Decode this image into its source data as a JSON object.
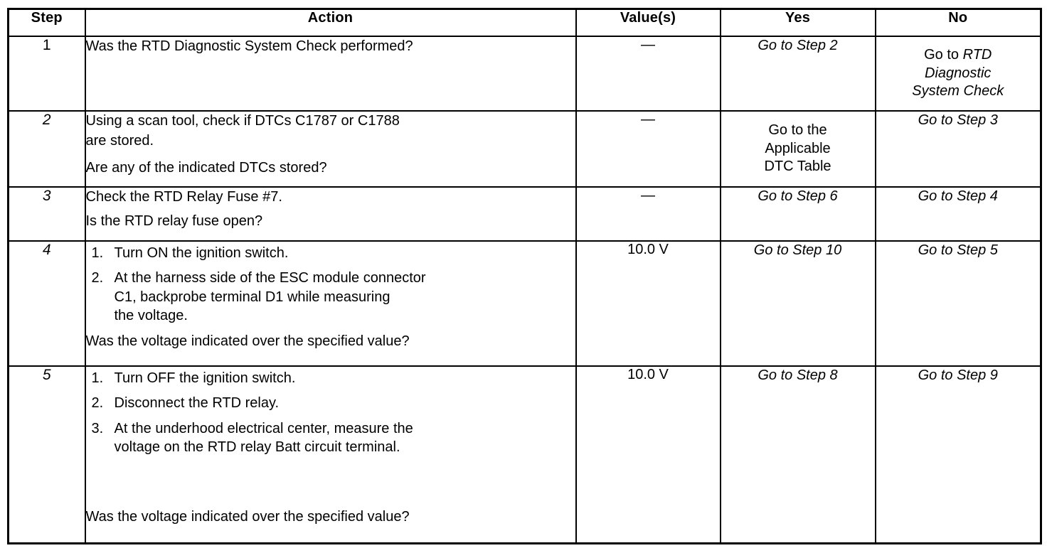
{
  "table": {
    "headers": {
      "step": "Step",
      "action": "Action",
      "value": "Value(s)",
      "yes": "Yes",
      "no": "No"
    },
    "rows": [
      {
        "step": "1",
        "action_lines": [
          "Was the RTD Diagnostic System Check performed?"
        ],
        "value": "—",
        "yes_lines": [
          "Go to Step 2"
        ],
        "no_lines": [
          "Go to RTD",
          "Diagnostic",
          "System Check"
        ]
      },
      {
        "step": "2",
        "action_lines": [
          "Using a scan tool, check if DTCs C1787 or C1788",
          "are stored.",
          "Are any of the indicated DTCs stored?"
        ],
        "value": "—",
        "yes_lines": [
          "Go to the",
          "Applicable",
          "DTC Table"
        ],
        "no_lines": [
          "Go to Step 3"
        ]
      },
      {
        "step": "3",
        "action_lines": [
          "Check the RTD Relay Fuse #7.",
          "Is the RTD relay fuse open?"
        ],
        "value": "—",
        "yes_lines": [
          "Go to Step 6"
        ],
        "no_lines": [
          "Go to Step 4"
        ]
      },
      {
        "step": "4",
        "numbered": [
          "Turn ON the ignition switch.",
          "At the harness side of the ESC module connector\nC1, backprobe terminal D1 while measuring\nthe voltage."
        ],
        "question": "Was the voltage indicated over the specified value?",
        "value": "10.0 V",
        "yes_lines": [
          "Go to Step 10"
        ],
        "no_lines": [
          "Go to Step 5"
        ]
      },
      {
        "step": "5",
        "numbered": [
          "Turn OFF the ignition switch.",
          "Disconnect the RTD relay.",
          "At the underhood electrical center, measure the\nvoltage on the RTD relay Batt circuit terminal."
        ],
        "question": "Was the voltage indicated over the specified value?",
        "value": "10.0 V",
        "yes_lines": [
          "Go to Step 8"
        ],
        "no_lines": [
          "Go to Step 9"
        ]
      }
    ],
    "numbering": [
      "1.",
      "2.",
      "3."
    ]
  }
}
